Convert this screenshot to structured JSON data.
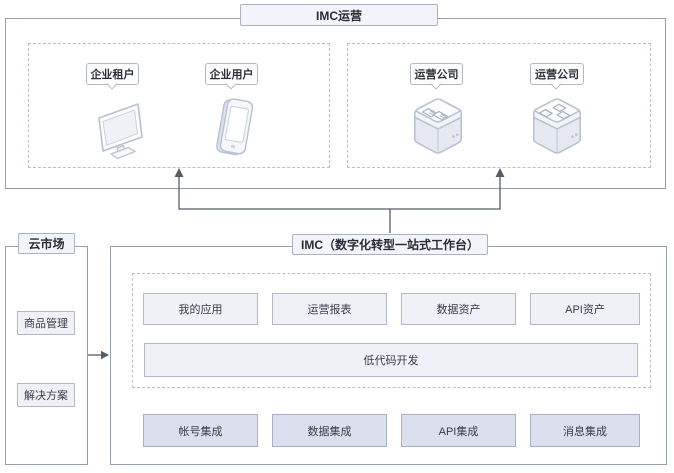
{
  "top": {
    "title": "IMC运营",
    "callouts": [
      {
        "label": "企业租户",
        "icon": "monitor-icon"
      },
      {
        "label": "企业用户",
        "icon": "smartphone-icon"
      },
      {
        "label": "运营公司",
        "icon": "report-cube-icon"
      },
      {
        "label": "运营公司",
        "icon": "module-cube-icon"
      }
    ]
  },
  "market": {
    "title": "云市场",
    "items": [
      "商品管理",
      "解决方案"
    ]
  },
  "imc": {
    "title": "IMC（数字化转型一站式工作台）",
    "workspace": [
      "我的应用",
      "运营报表",
      "数据资产",
      "API资产"
    ],
    "lowcode": "低代码开发",
    "integrations": [
      "帐号集成",
      "数据集成",
      "API集成",
      "消息集成"
    ]
  },
  "colors": {
    "region_border": "#969dae",
    "dashed_border": "#b7bdd0",
    "title_fill": "#f3f4f9",
    "panel_fill": "#eff1f7",
    "integration_fill": "#dcdfee",
    "connector_line": "#545b69",
    "text": "#33363f"
  }
}
